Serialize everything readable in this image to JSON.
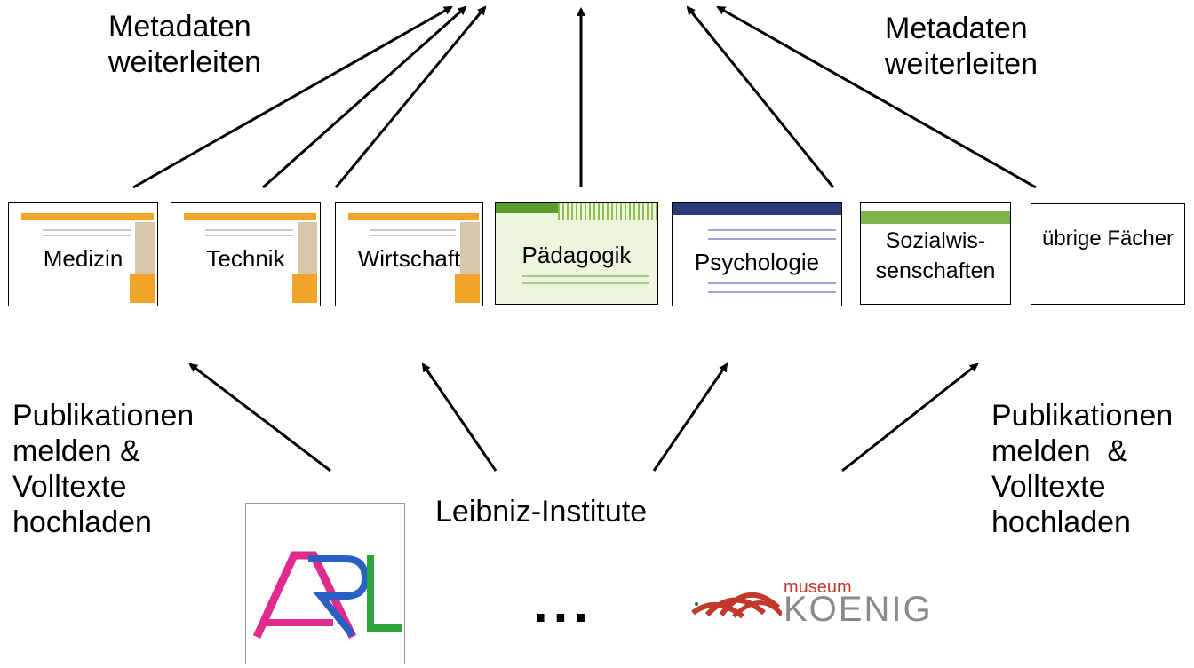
{
  "top_left_label": [
    "Metadaten",
    "weiterleiten"
  ],
  "top_right_label": [
    "Metadaten",
    "weiterleiten"
  ],
  "repositories": [
    {
      "label": "Medizin"
    },
    {
      "label": "Technik"
    },
    {
      "label": "Wirtschaft"
    },
    {
      "label": "Pädagogik"
    },
    {
      "label": "Psychologie"
    },
    {
      "label": "Sozialwis-senschaften"
    },
    {
      "label": "übrige Fächer"
    }
  ],
  "bottom_left_label": [
    "Publikationen",
    "melden &",
    "Volltexte",
    "hochladen"
  ],
  "bottom_right_label": [
    "Publikationen",
    "melden  &",
    "Volltexte",
    "hochladen"
  ],
  "center_label": "Leibniz-Institute",
  "ellipsis": "...",
  "logos": {
    "arl_text": "ARL",
    "museum_line1": "museum",
    "museum_line2": "KOENIG"
  }
}
